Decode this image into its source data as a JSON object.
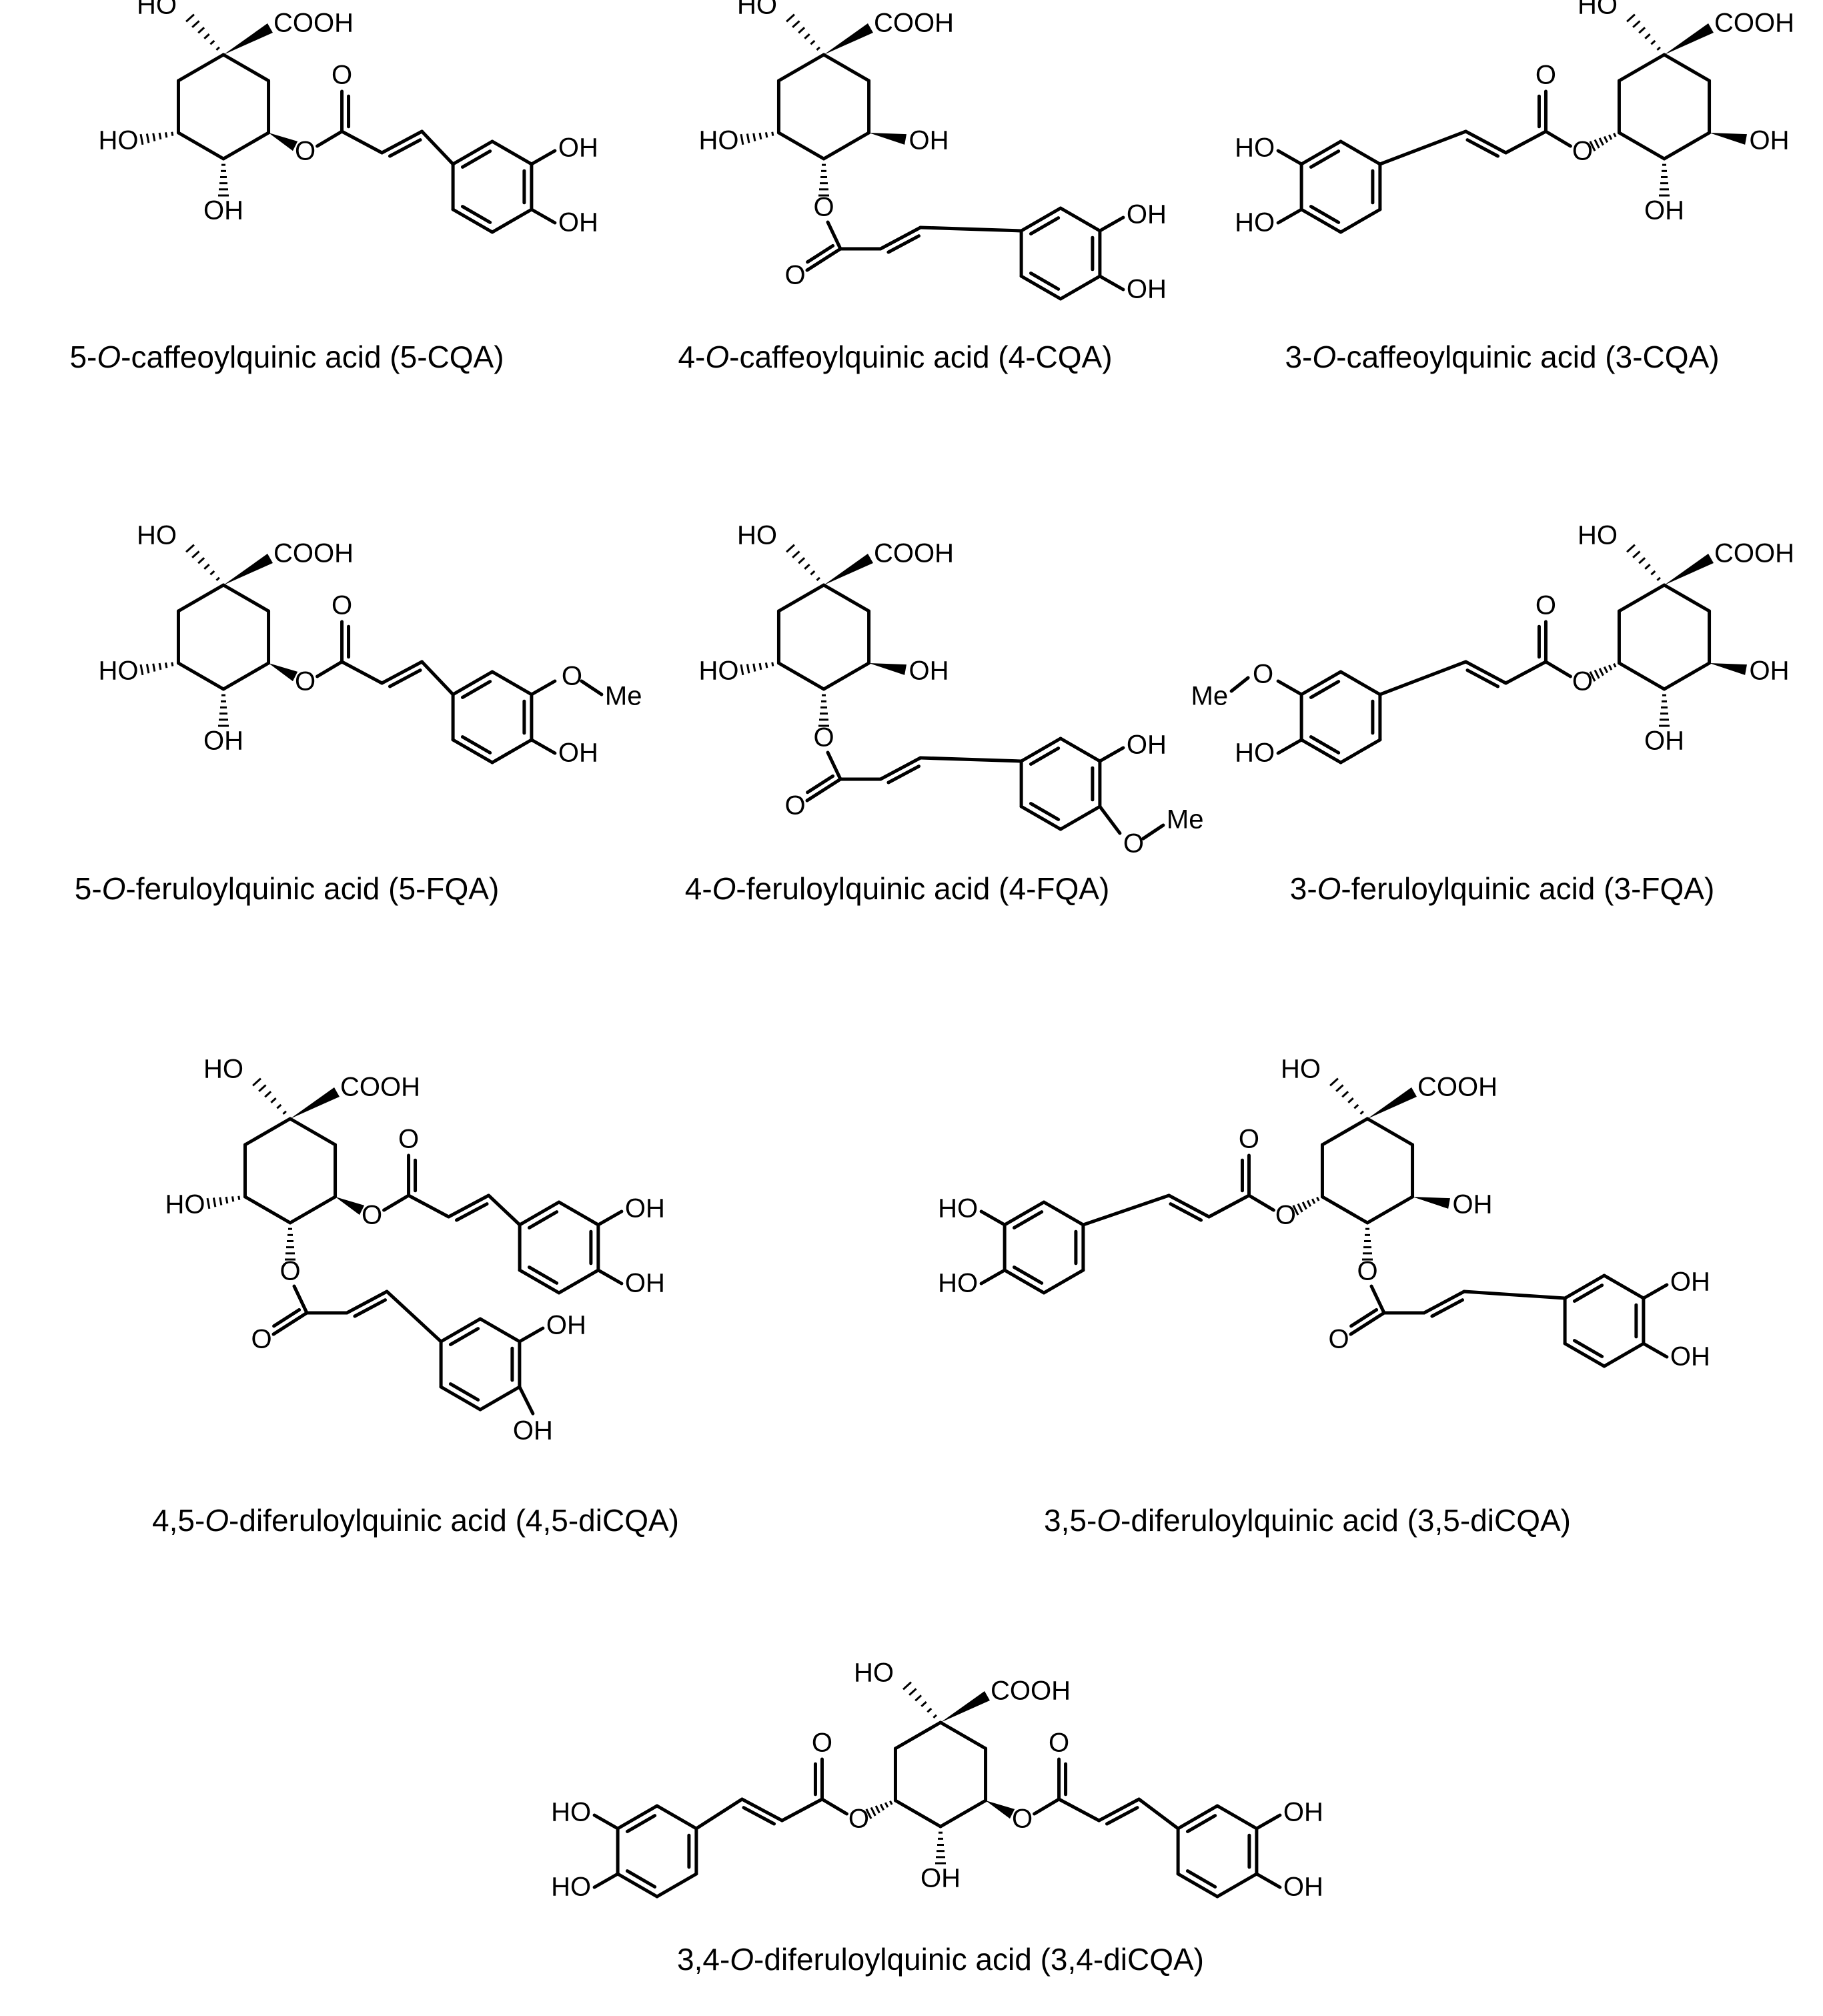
{
  "labels": {
    "hydroxyl": "OH",
    "hydroxyl_left": "HO",
    "carboxyl": "COOH",
    "oxygen": "O",
    "methyl": "Me"
  },
  "compounds": [
    {
      "id": "5-CQA",
      "name_prefix": "5-",
      "name_italic": "O",
      "name_suffix": "-caffeoylquinic acid (5-CQA)"
    },
    {
      "id": "4-CQA",
      "name_prefix": "4-",
      "name_italic": "O",
      "name_suffix": "-caffeoylquinic acid (4-CQA)"
    },
    {
      "id": "3-CQA",
      "name_prefix": "3-",
      "name_italic": "O",
      "name_suffix": "-caffeoylquinic acid (3-CQA)"
    },
    {
      "id": "5-FQA",
      "name_prefix": "5-",
      "name_italic": "O",
      "name_suffix": "-feruloylquinic acid (5-FQA)"
    },
    {
      "id": "4-FQA",
      "name_prefix": "4-",
      "name_italic": "O",
      "name_suffix": "-feruloylquinic acid (4-FQA)"
    },
    {
      "id": "3-FQA",
      "name_prefix": "3-",
      "name_italic": "O",
      "name_suffix": "-feruloylquinic acid (3-FQA)"
    },
    {
      "id": "4,5-diCQA",
      "name_prefix": "4,5-",
      "name_italic": "O",
      "name_suffix": "-diferuloylquinic acid (4,5-diCQA)"
    },
    {
      "id": "3,5-diCQA",
      "name_prefix": "3,5-",
      "name_italic": "O",
      "name_suffix": "-diferuloylquinic acid (3,5-diCQA)"
    },
    {
      "id": "3,4-diCQA",
      "name_prefix": "3,4-",
      "name_italic": "O",
      "name_suffix": "-diferuloylquinic acid (3,4-diCQA)"
    }
  ]
}
